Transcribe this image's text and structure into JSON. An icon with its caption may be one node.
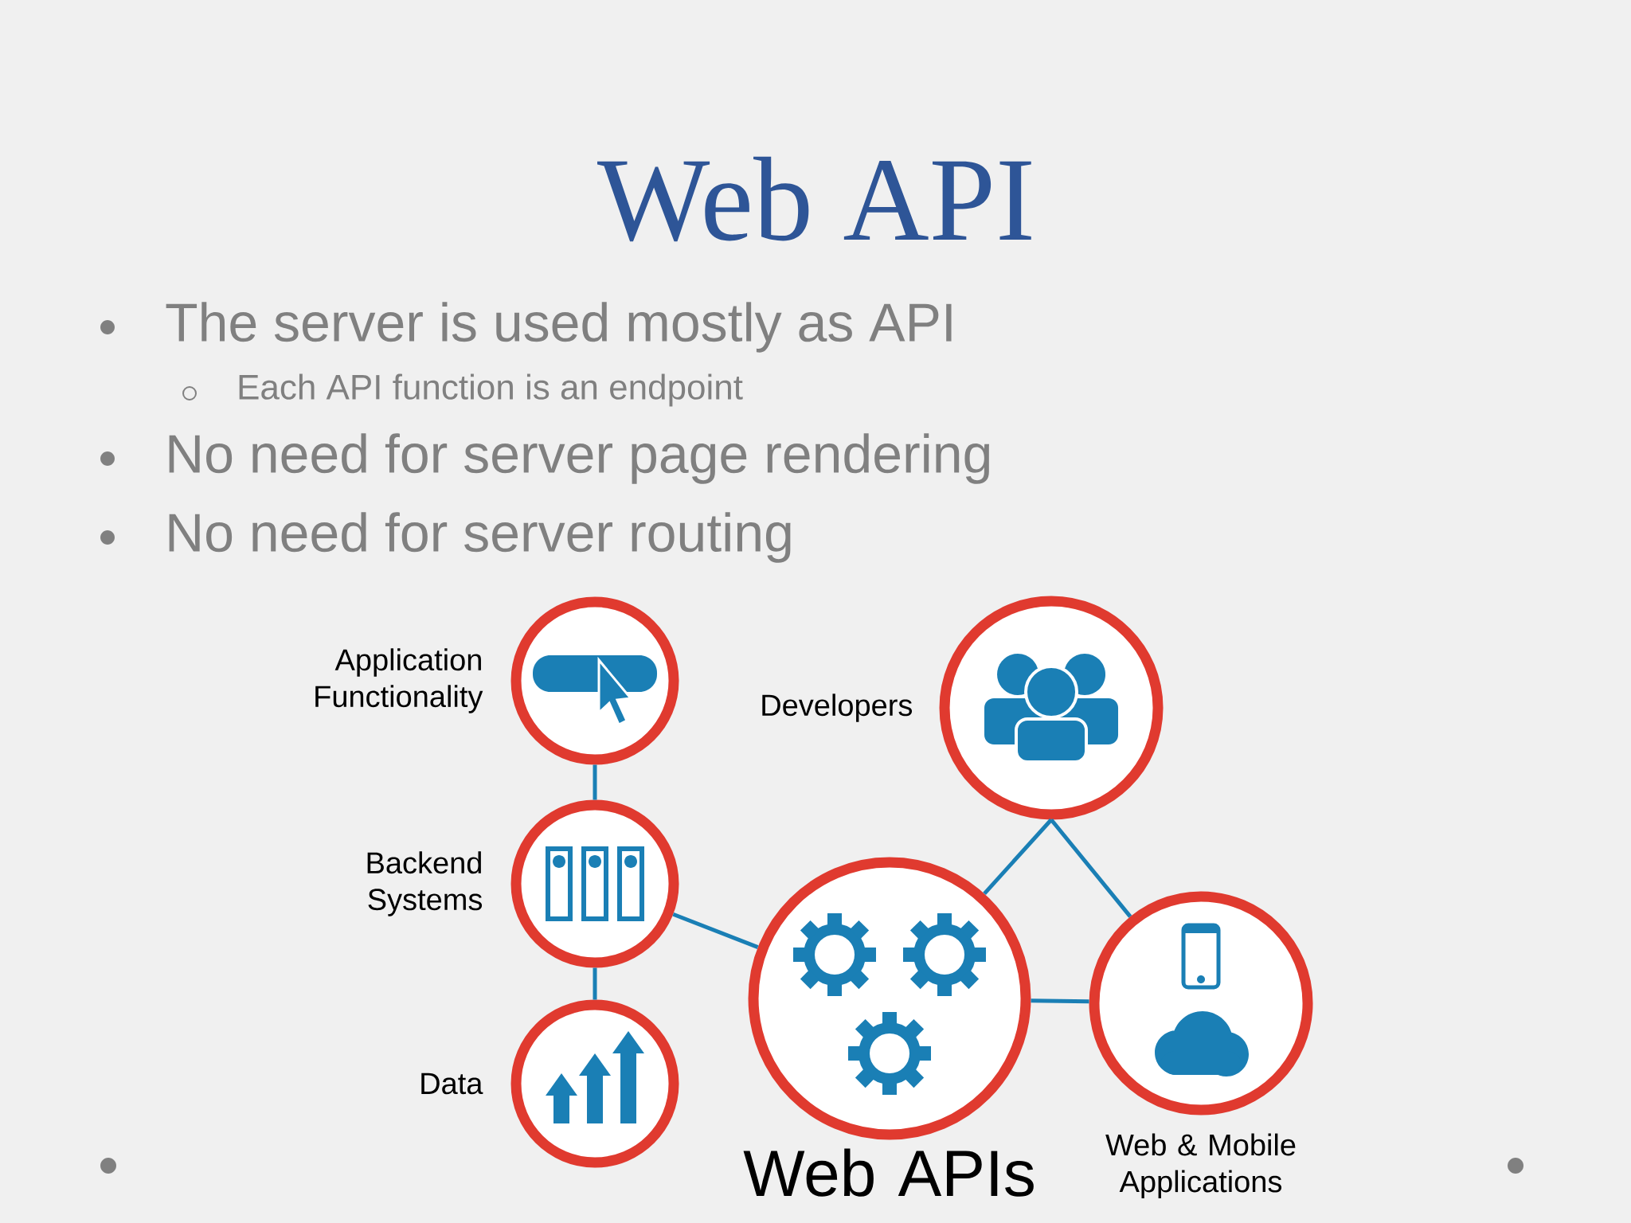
{
  "diagram": {
    "title": "Web API",
    "nodes": [
      {
        "text": [
          "Application Functionality"
        ]
      },
      {
        "text": [
          "Developers"
        ]
      },
      {
        "text": [
          "Backend Systems"
        ]
      },
      {
        "text": [
          "Web APIs"
        ]
      },
      {
        "text": [
          "Web & Mobile Applications"
        ]
      },
      {
        "text": [
          "Data"
        ]
      }
    ],
    "edges": [
      {
        "from": 0,
        "to": 2,
        "arrow": "none"
      },
      {
        "from": 2,
        "to": 5,
        "arrow": "none"
      },
      {
        "from": 2,
        "to": 3,
        "arrow": "none"
      },
      {
        "from": 1,
        "to": 3,
        "arrow": "none"
      },
      {
        "from": 1,
        "to": 4,
        "arrow": "none"
      },
      {
        "from": 3,
        "to": 4,
        "arrow": "none"
      }
    ],
    "labels": [
      "The server is used mostly as API",
      "Each API function is an endpoint",
      "No need for server page rendering",
      "No need for server routing"
    ]
  }
}
